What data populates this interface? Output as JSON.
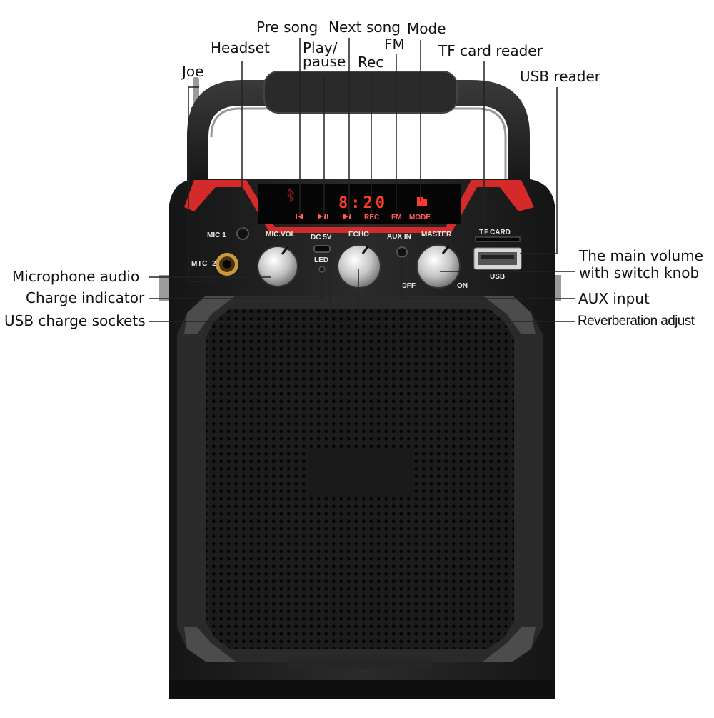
{
  "callouts": {
    "joe": "Joe",
    "headset": "Headset",
    "pre_song": "Pre song",
    "play_pause_1": "Play/",
    "play_pause_2": "pause",
    "next_song": "Next song",
    "rec": "Rec",
    "fm": "FM",
    "mode": "Mode",
    "tf_card_reader": "TF card reader",
    "usb_reader": "USB reader",
    "main_volume_1": "The main volume",
    "main_volume_2": "with switch knob",
    "microphone_audio": "Microphone audio",
    "charge_indicator": "Charge indicator",
    "usb_charge_sockets": "USB charge sockets",
    "aux_input": "AUX input",
    "reverberation_adjust": "Reverberation adjust"
  },
  "panel": {
    "mic1": "MIC 1",
    "mic2": "MIC 2",
    "mic_vol": "MIC.VOL",
    "dc5v": "DC 5V",
    "led": "LED",
    "echo": "ECHO",
    "aux_in": "AUX IN",
    "master": "MASTER",
    "off": "OFF",
    "on": "ON",
    "tf_card": "TF CARD",
    "usb": "USB"
  },
  "display": {
    "time": "8:20",
    "rec": "REC",
    "fm": "FM",
    "mode": "MODE"
  },
  "colors": {
    "body": "#1e1e1e",
    "accent": "#d42a2a",
    "display_text": "#ff3a2a",
    "leader_line": "#222222"
  },
  "icons": [
    "bluetooth-icon",
    "prev-track-icon",
    "play-pause-icon",
    "next-track-icon",
    "sd-card-icon"
  ]
}
